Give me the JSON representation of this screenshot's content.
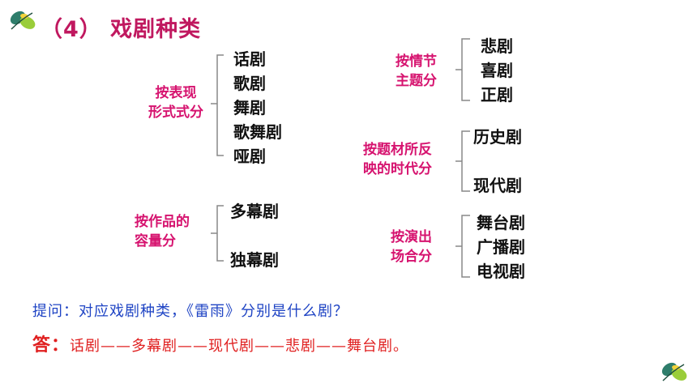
{
  "title": "（4）  戏剧种类",
  "groups": {
    "form": {
      "label_line1": "按表现",
      "label_line2": "形式式分",
      "items": [
        "话剧",
        "歌剧",
        "舞剧",
        "歌舞剧",
        "哑剧"
      ]
    },
    "capacity": {
      "label_line1": "按作品的",
      "label_line2": "容量分",
      "items": [
        "多幕剧",
        "独幕剧"
      ]
    },
    "plot": {
      "label_line1": "按情节",
      "label_line2": "主题分",
      "items": [
        "悲剧",
        "喜剧",
        "正剧"
      ]
    },
    "era": {
      "label_line1": "按题材所反",
      "label_line2": "映的时代分",
      "items": [
        "历史剧",
        "现代剧"
      ]
    },
    "venue": {
      "label_line1": "按演出",
      "label_line2": "场合分",
      "items": [
        "舞台剧",
        "广播剧",
        "电视剧"
      ]
    }
  },
  "question": "提问：对应戏剧种类，《雷雨》分别是什么剧？",
  "answer": {
    "lead": "答：",
    "text": "话剧——多幕剧——现代剧——悲剧——舞台剧。"
  },
  "colors": {
    "title": "#c0185f",
    "category": "#d6136f",
    "question": "#1f44c4",
    "answer": "#e02020",
    "leaf": "#3a7d3a"
  },
  "icons": [
    "leaf-icon"
  ]
}
